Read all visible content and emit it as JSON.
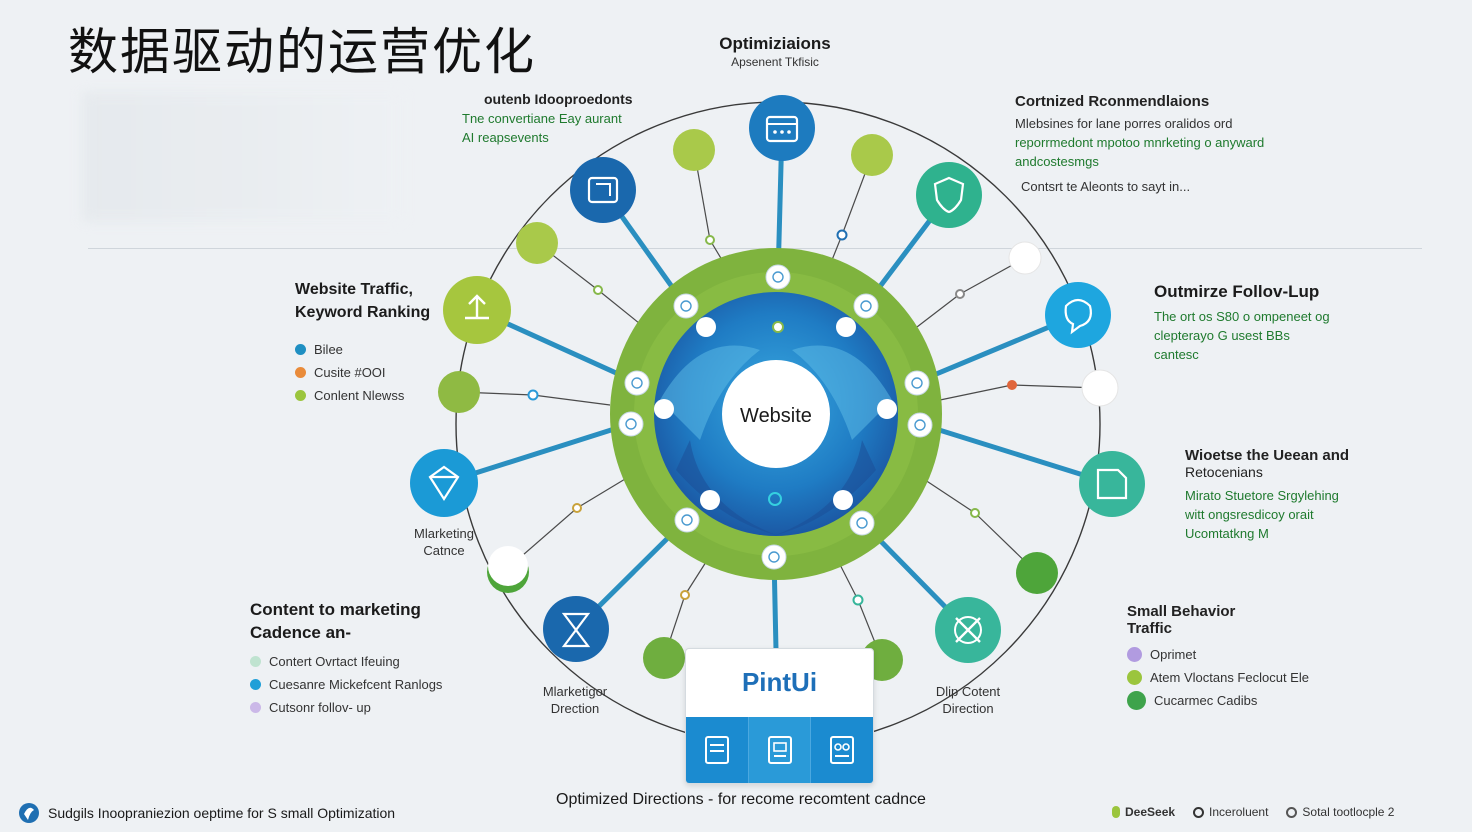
{
  "title": "数据驱动的运营优化",
  "top": {
    "heading": "Optimiziaions",
    "sub": "Apsenent Tkfisic"
  },
  "center": {
    "label": "Website"
  },
  "tl": {
    "heading": "outenb Idooproedonts",
    "lines": [
      "Tne convertiane Eay aurant",
      "AI reapsevents"
    ]
  },
  "tr": {
    "heading": "Cortnized Rconmendlaions",
    "lines": [
      "Mlebsines for lane porres oralidos ord",
      "reporrmedont mpotoo mnrketing o anyward",
      "andcostesmgs"
    ],
    "extra": "Contsrt te Aleonts to sayt in..."
  },
  "wt": {
    "heading": [
      "Website Traffic,",
      "Keyword Ranking"
    ],
    "legend": [
      {
        "label": "Bilee",
        "color": "#1f8fc2"
      },
      {
        "label": "Cusite #OOI",
        "color": "#e98b3a"
      },
      {
        "label": "Conlent Nlewss",
        "color": "#9bc53d"
      }
    ]
  },
  "of": {
    "heading": "Outmirze Follov-Lup",
    "lines": [
      "The ort os S80 o ompeneet og",
      "clepterayo G usest BBs",
      "cantesc"
    ]
  },
  "wv": {
    "heading": [
      "Wioetse the Ueean and",
      "Retocenians"
    ],
    "lines": [
      "Mirato Stuetore Srgylehing",
      "witt ongsresdicoy orait",
      "Ucomtatkng M"
    ]
  },
  "mc": {
    "caption": [
      "Mlarketing",
      "Catnce"
    ]
  },
  "ct": {
    "heading": [
      "Content to marketing",
      "Cadence an-"
    ],
    "legend": [
      {
        "label": "Contert Ovrtact Ifeuing",
        "color": "#bfe3d0"
      },
      {
        "label": "Cuesanre Mickefcent Ranlogs",
        "color": "#1f9fd8"
      },
      {
        "label": "Cutsonr follov- up",
        "color": "#cbb8e8"
      }
    ]
  },
  "md": {
    "caption": [
      "Mlarketigor",
      "Drection"
    ]
  },
  "dc": {
    "caption": [
      "Dlip Cotent",
      "Direction"
    ]
  },
  "sb": {
    "heading": [
      "Small Behavior",
      "Traffic"
    ],
    "legend": [
      {
        "label": "Oprimet",
        "color": "#b19be0"
      },
      {
        "label": "Atem Vloctans Feclocut Ele",
        "color": "#9bc53d"
      },
      {
        "label": "Cucarmec Cadibs",
        "color": "#3ea34b"
      }
    ]
  },
  "pintui": {
    "brand": "PintUi"
  },
  "footer": {
    "left": "Sudgils Inoopraniezion oeptime for S small Optimization",
    "center": "Optimized Directions - for recome recomtent cadnce",
    "right": [
      "DeeSeek",
      "Inceroluent",
      "Sotal tootlocple 2"
    ]
  },
  "colors": {
    "blue": "#1f6fb2",
    "teal": "#35b59a",
    "green": "#86b84a",
    "line": "#3a3a3a"
  }
}
